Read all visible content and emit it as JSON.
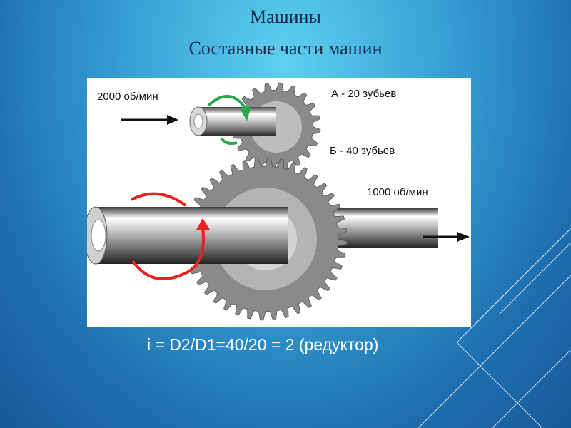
{
  "slide": {
    "title_line1": "Машины",
    "title_line2": "Составные части машин",
    "formula": "i = D2/D1=40/20 = 2 (редуктор)"
  },
  "diagram": {
    "input_speed": "2000 об/мин",
    "output_speed": "1000 об/мин",
    "gear_a": "А - 20 зубьев",
    "gear_b": "Б - 40 зубьев",
    "gear_a_teeth": 20,
    "gear_b_teeth": 40
  },
  "colors": {
    "arrow_green": "#2aa84a",
    "arrow_red": "#e8231e",
    "gear_gray": "#8a8a8a",
    "deco_lines": "#ffffff"
  }
}
